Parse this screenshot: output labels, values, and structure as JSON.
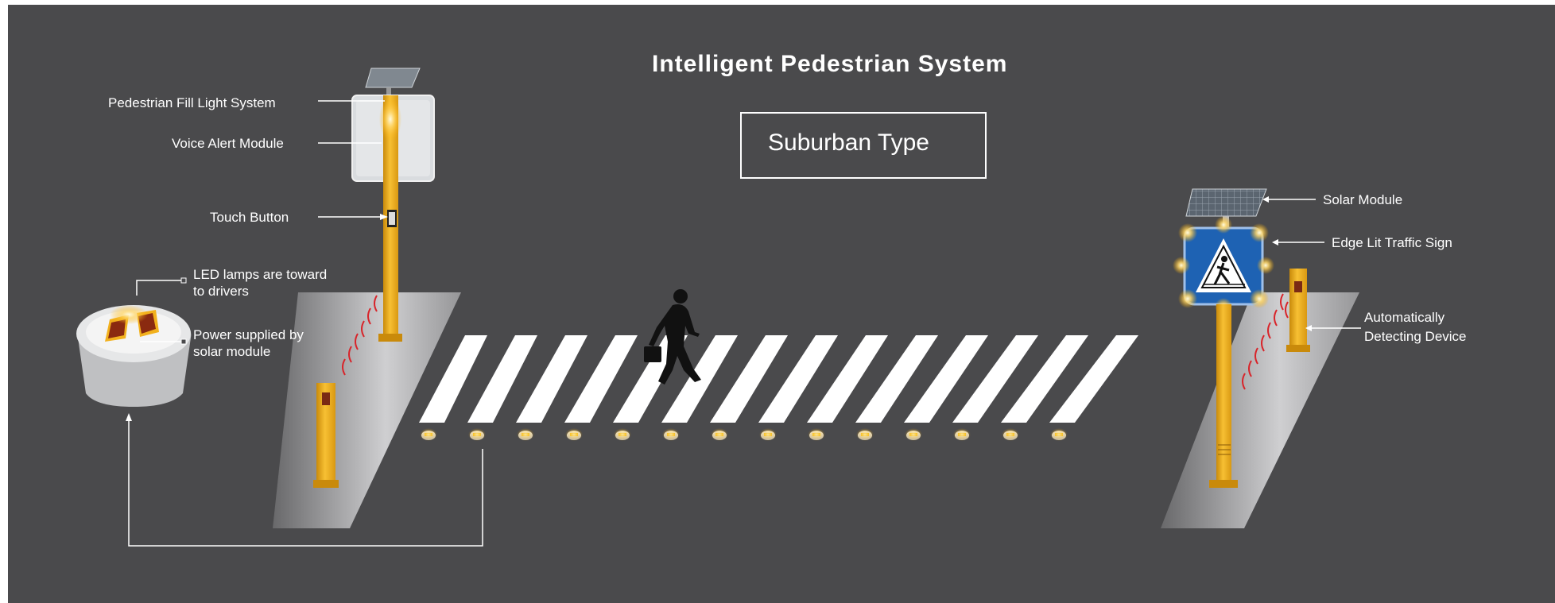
{
  "header": {
    "title": "Intelligent Pedestrian System",
    "subtitle": "Suburban Type"
  },
  "labels": {
    "fill_light": "Pedestrian Fill Light System",
    "voice_alert": "Voice Alert Module",
    "touch_button": "Touch Button",
    "led_lamps_1": "LED lamps are toward",
    "led_lamps_2": "to drivers",
    "power_1": "Power supplied by",
    "power_2": "solar module",
    "solar_module": "Solar Module",
    "edge_lit_sign": "Edge Lit Traffic Sign",
    "auto_detect_1": "Automatically",
    "auto_detect_2": "Detecting Device"
  },
  "colors": {
    "background": "#4a4a4c",
    "pole": "#f2b11d",
    "stripe": "#ffffff",
    "sign_blue": "#1e62b3",
    "glow": "#ffd76a",
    "sensor_wave": "#d8242a"
  },
  "icons": {
    "pedestrian": "walking-man-silhouette",
    "sign": "pedestrian-crossing-sign",
    "road_stud": "solar-road-stud"
  }
}
